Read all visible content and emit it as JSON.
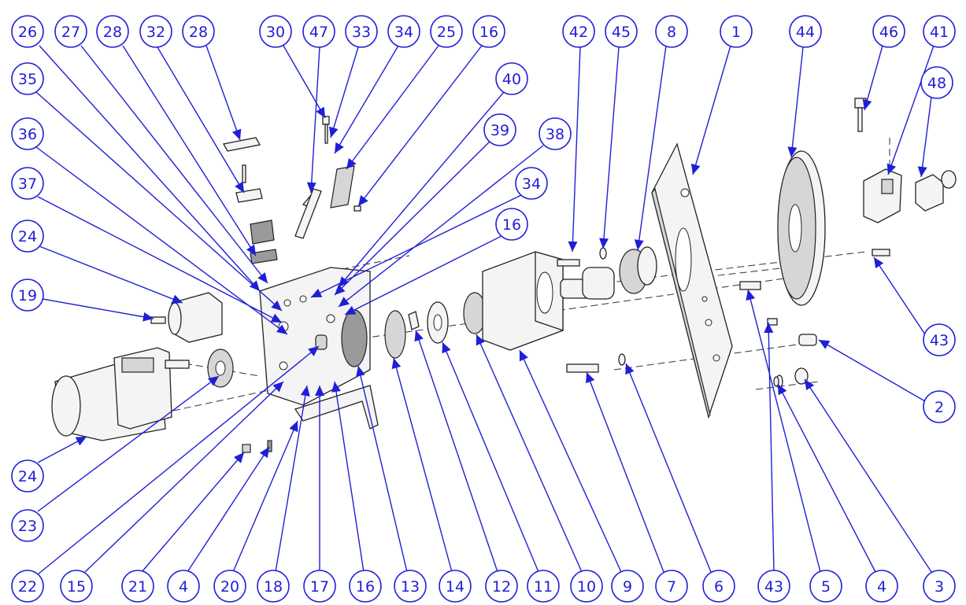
{
  "diagram": {
    "type": "exploded-assembly",
    "accent_color": "#1f1fd6",
    "balloons": [
      {
        "id": "b26",
        "label": "26"
      },
      {
        "id": "b27",
        "label": "27"
      },
      {
        "id": "b28a",
        "label": "28"
      },
      {
        "id": "b32",
        "label": "32"
      },
      {
        "id": "b28b",
        "label": "28"
      },
      {
        "id": "b30",
        "label": "30"
      },
      {
        "id": "b47",
        "label": "47"
      },
      {
        "id": "b33",
        "label": "33"
      },
      {
        "id": "b34a",
        "label": "34"
      },
      {
        "id": "b25",
        "label": "25"
      },
      {
        "id": "b16a",
        "label": "16"
      },
      {
        "id": "b42",
        "label": "42"
      },
      {
        "id": "b45",
        "label": "45"
      },
      {
        "id": "b8",
        "label": "8"
      },
      {
        "id": "b1",
        "label": "1"
      },
      {
        "id": "b44",
        "label": "44"
      },
      {
        "id": "b46",
        "label": "46"
      },
      {
        "id": "b41",
        "label": "41"
      },
      {
        "id": "b48",
        "label": "48"
      },
      {
        "id": "b35",
        "label": "35"
      },
      {
        "id": "b40",
        "label": "40"
      },
      {
        "id": "b39",
        "label": "39"
      },
      {
        "id": "b38",
        "label": "38"
      },
      {
        "id": "b36",
        "label": "36"
      },
      {
        "id": "b37",
        "label": "37"
      },
      {
        "id": "b34b",
        "label": "34"
      },
      {
        "id": "b16b",
        "label": "16"
      },
      {
        "id": "b24a",
        "label": "24"
      },
      {
        "id": "b19",
        "label": "19"
      },
      {
        "id": "b43a",
        "label": "43"
      },
      {
        "id": "b2",
        "label": "2"
      },
      {
        "id": "b24b",
        "label": "24"
      },
      {
        "id": "b23",
        "label": "23"
      },
      {
        "id": "b22",
        "label": "22"
      },
      {
        "id": "b15",
        "label": "15"
      },
      {
        "id": "b21",
        "label": "21"
      },
      {
        "id": "b4a",
        "label": "4"
      },
      {
        "id": "b20",
        "label": "20"
      },
      {
        "id": "b18",
        "label": "18"
      },
      {
        "id": "b17",
        "label": "17"
      },
      {
        "id": "b16c",
        "label": "16"
      },
      {
        "id": "b13",
        "label": "13"
      },
      {
        "id": "b14",
        "label": "14"
      },
      {
        "id": "b12",
        "label": "12"
      },
      {
        "id": "b11",
        "label": "11"
      },
      {
        "id": "b10",
        "label": "10"
      },
      {
        "id": "b9",
        "label": "9"
      },
      {
        "id": "b7",
        "label": "7"
      },
      {
        "id": "b6",
        "label": "6"
      },
      {
        "id": "b43b",
        "label": "43"
      },
      {
        "id": "b5",
        "label": "5"
      },
      {
        "id": "b4b",
        "label": "4"
      },
      {
        "id": "b3",
        "label": "3"
      }
    ]
  }
}
